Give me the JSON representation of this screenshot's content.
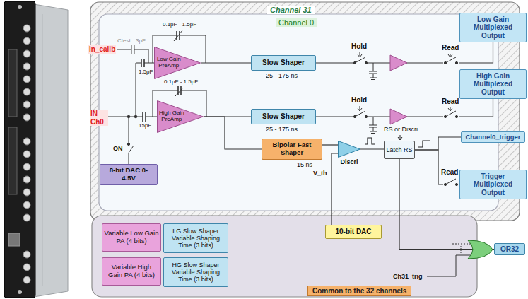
{
  "diagram": {
    "nodes": [
      {
        "text": [
          "Channel 31"
        ]
      },
      {
        "text": [
          "Channel 0"
        ],
        "in": 0
      },
      {
        "text": [
          "Low Gain PreAmp"
        ],
        "in": 1
      },
      {
        "text": [
          "Slow Shaper"
        ],
        "in": 1
      },
      {
        "text": [
          "Low Gain Multiplexed Output"
        ],
        "in": 1
      },
      {
        "text": [
          "High Gain PreAmp"
        ],
        "in": 1
      },
      {
        "text": [
          "Slow Shaper"
        ],
        "in": 1
      },
      {
        "text": [
          "High Gain Multiplexed Output"
        ],
        "in": 1
      },
      {
        "text": [
          "Bipolar Fast Shaper"
        ],
        "in": 1
      },
      {
        "text": [
          "Discri"
        ],
        "in": 1
      },
      {
        "text": [
          "Latch RS"
        ],
        "in": 1
      },
      {
        "text": [
          "Channel0_trigger"
        ],
        "in": 1
      },
      {
        "text": [
          "8-bit DAC 0-4.5V"
        ],
        "in": 1
      },
      {
        "text": [
          "Trigger Multiplexed Output"
        ],
        "in": 1
      },
      {
        "text": [
          "Common to the 32 channels"
        ]
      },
      {
        "text": [
          "Variable Low Gain PA (4 bits)"
        ],
        "in": 14
      },
      {
        "text": [
          "LG Slow Shaper Variable Shaping Time (3 bits)"
        ],
        "in": 14
      },
      {
        "text": [
          "10-bit DAC"
        ],
        "in": 14
      },
      {
        "text": [
          "Variable High Gain PA (4 bits)"
        ],
        "in": 14
      },
      {
        "text": [
          "HG Slow Shaper Variable Shaping Time (3 bits)"
        ],
        "in": 14
      },
      {
        "text": [
          "OR32"
        ],
        "in": 14
      }
    ],
    "edges": [
      {
        "from": 2,
        "to": 3,
        "arrow": "none"
      },
      {
        "from": 3,
        "to": 4,
        "arrow": "none"
      },
      {
        "from": 5,
        "to": 6,
        "arrow": "none"
      },
      {
        "from": 6,
        "to": 7,
        "arrow": "none"
      },
      {
        "from": 5,
        "to": 8,
        "arrow": "none"
      },
      {
        "from": 8,
        "to": 9,
        "arrow": "none"
      },
      {
        "from": 9,
        "to": 10,
        "arrow": "none"
      },
      {
        "from": 10,
        "to": 11,
        "arrow": "none"
      },
      {
        "from": 10,
        "to": 13,
        "arrow": "none"
      },
      {
        "from": 17,
        "to": 9,
        "arrow": "none"
      },
      {
        "from": 10,
        "to": 20,
        "arrow": "none"
      }
    ],
    "labels": [
      "in_calib",
      "Ctest",
      "3pF",
      "0.1pF - 1.5pF",
      "1.5pF",
      "IN Ch0",
      "0.1pF - 1.5pF",
      "15pF",
      "ON",
      "25 - 175 ns",
      "25 - 175 ns",
      "Hold",
      "Read",
      "Hold",
      "Read",
      "15 ns",
      "V_th",
      "RS or Discri",
      "Read",
      "Ch31_trig"
    ]
  }
}
